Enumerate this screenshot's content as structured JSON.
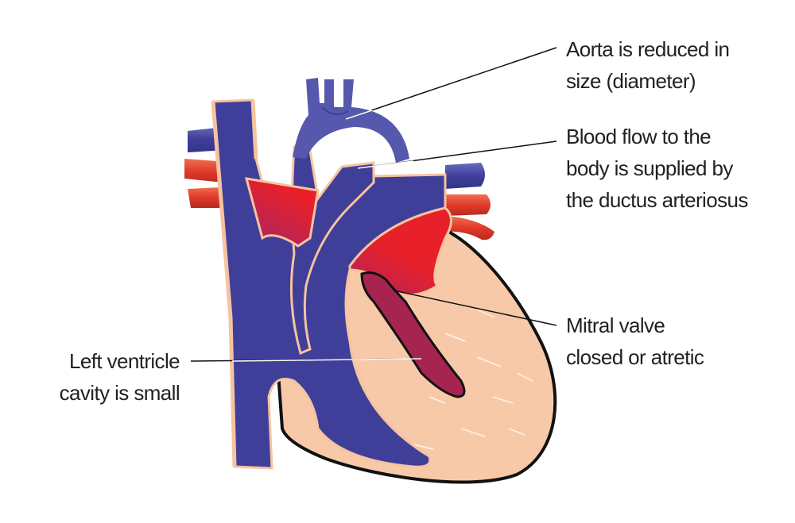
{
  "labels": {
    "aorta": [
      "Aorta is reduced in",
      "size (diameter)"
    ],
    "ductus": [
      "Blood flow to the",
      "body is supplied by",
      "the ductus arteriosus"
    ],
    "mitral": [
      "Mitral valve",
      "closed or atretic"
    ],
    "left_ventricle": [
      "Left ventricle",
      "cavity is small"
    ]
  },
  "colors": {
    "deoxygenated_blue": "#3f3f9a",
    "aorta_blue": "#5658ad",
    "oxygenated_red": "#e8202a",
    "mixed_maroon": "#a52550",
    "muscle_peach": "#f8c9a8",
    "outline": "#111111"
  }
}
